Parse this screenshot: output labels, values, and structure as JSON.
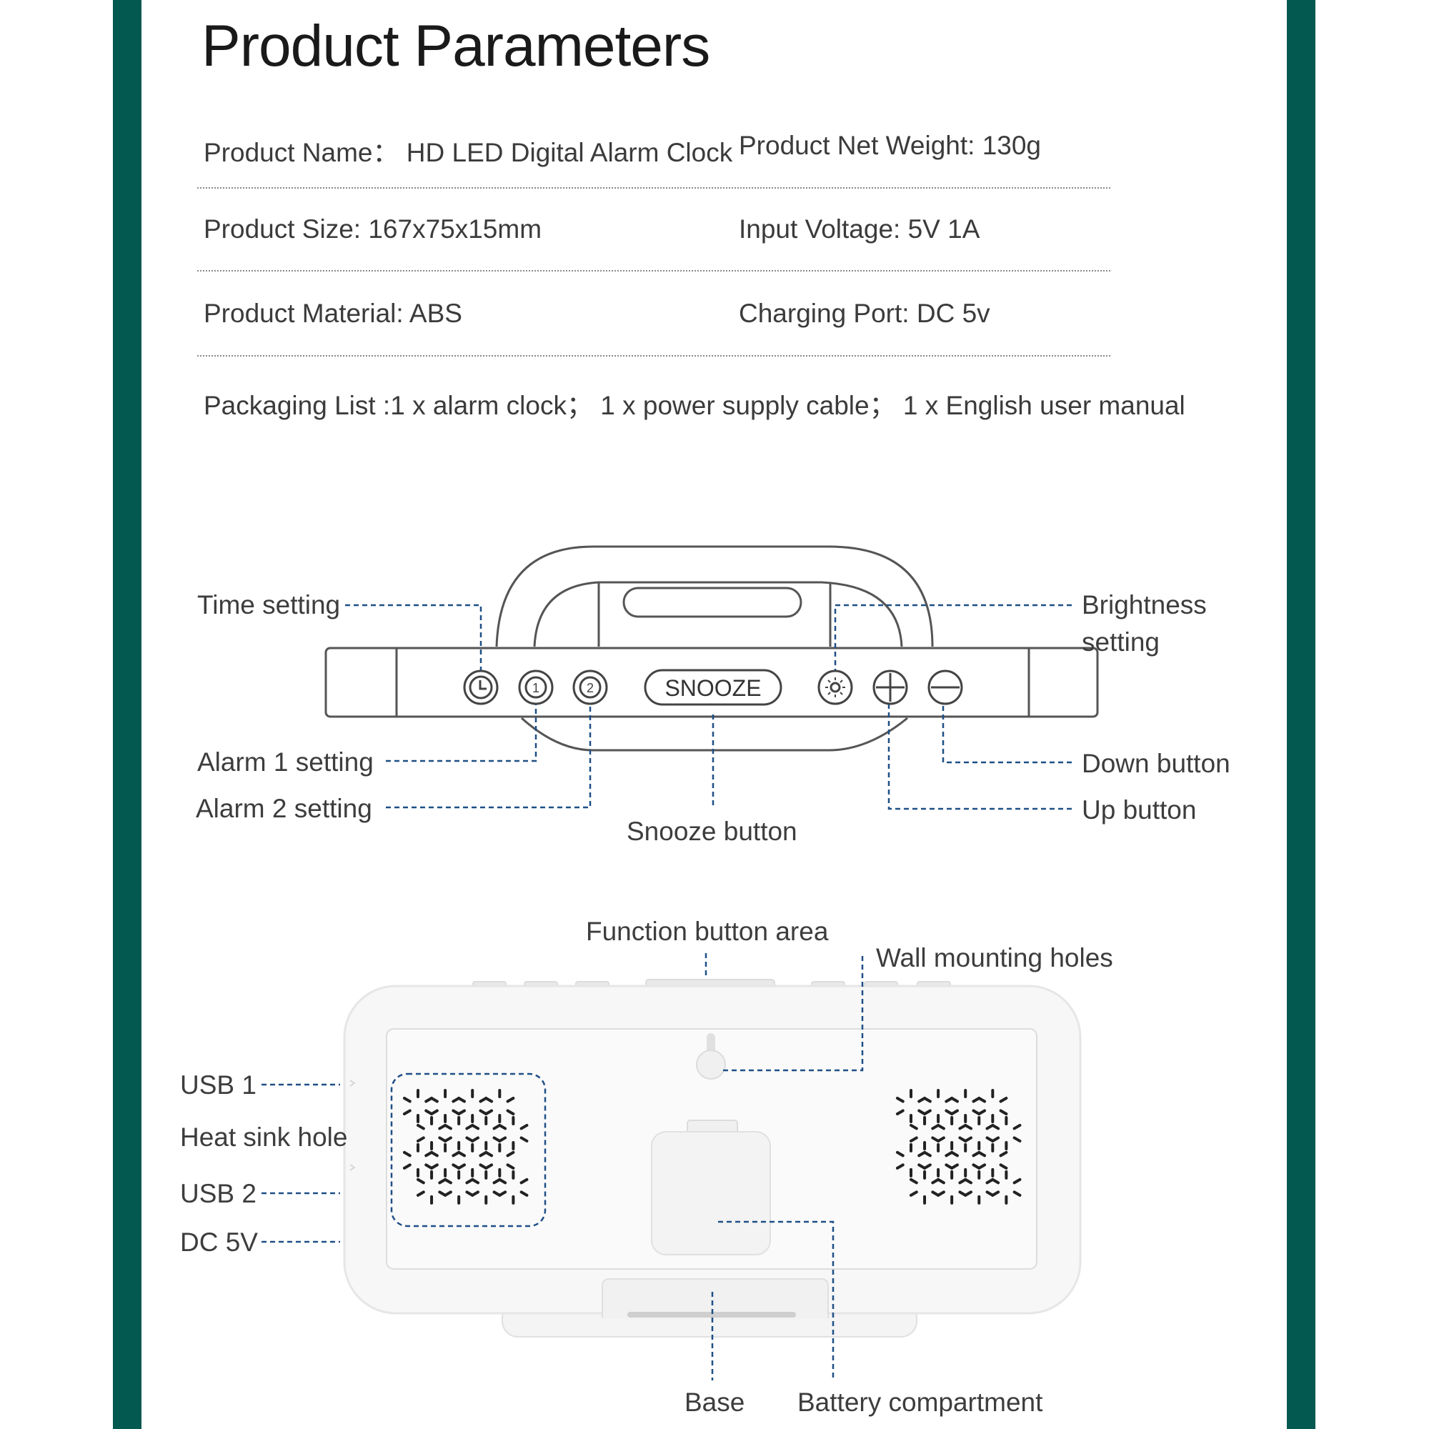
{
  "header": {
    "title": "Product Parameters"
  },
  "parameters": [
    {
      "label": "Product Name：",
      "value": "HD LED Digital Alarm Clock"
    },
    {
      "label": "Product Net Weight:",
      "value": "130g"
    },
    {
      "label": "Product Size:",
      "value": "167x75x15mm"
    },
    {
      "label": "Input Voltage:",
      "value": "5V 1A"
    },
    {
      "label": "Product Material:",
      "value": "ABS"
    },
    {
      "label": "Charging Port:",
      "value": "DC 5v"
    }
  ],
  "packaging": {
    "label": "Packaging List :",
    "value": "1 x alarm clock；  1 x power supply cable；  1 x English user manual"
  },
  "top_view": {
    "snooze_key": "SNOOZE",
    "callouts": {
      "time_setting": "Time setting",
      "brightness_line1": "Brightness",
      "brightness_line2": "setting",
      "alarm1": "Alarm 1 setting",
      "alarm2": "Alarm 2 setting",
      "snooze": "Snooze button",
      "down": "Down button",
      "up": "Up button"
    }
  },
  "back_view": {
    "callouts": {
      "function_area": "Function button area",
      "wall_holes": "Wall mounting holes",
      "usb1": "USB 1",
      "heat_sink": "Heat sink hole",
      "usb2": "USB 2",
      "dc5v": "DC 5V",
      "base": "Base",
      "battery": "Battery compartment"
    }
  },
  "colors": {
    "band": "#03584f",
    "leader": "#1f4f86",
    "text": "#3b3b3b"
  }
}
